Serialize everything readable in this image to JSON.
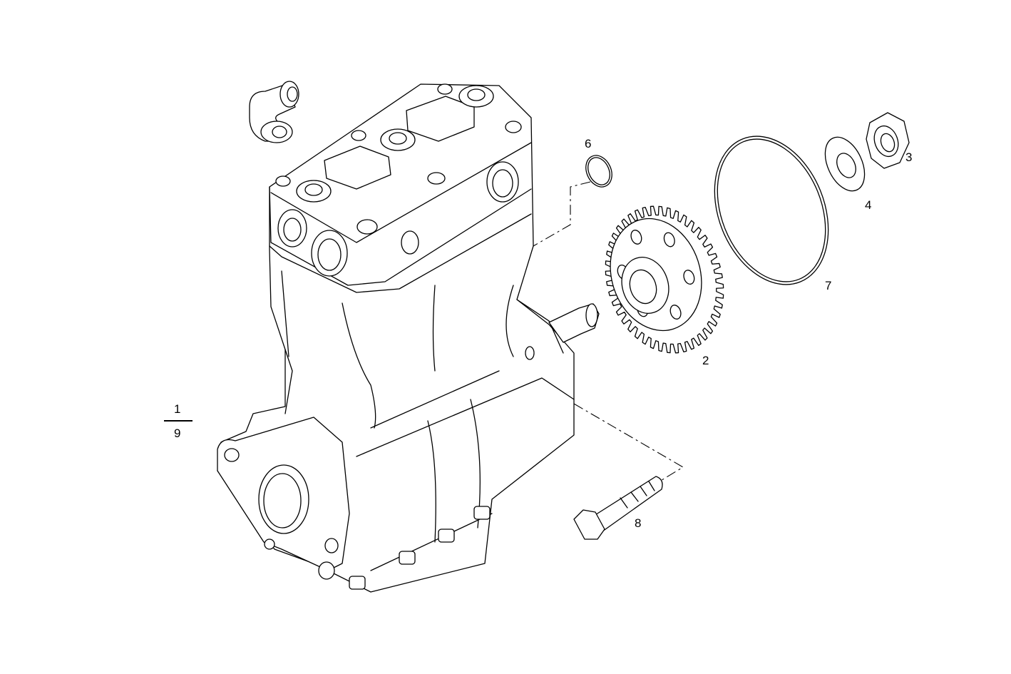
{
  "callouts": {
    "assembly_top": "1",
    "assembly_bottom": "9",
    "gear": "2",
    "nut": "3",
    "washer": "4",
    "ring": "6",
    "o_ring": "7",
    "bolt": "8"
  },
  "colors": {
    "line": "#000000",
    "background": "#ffffff"
  }
}
